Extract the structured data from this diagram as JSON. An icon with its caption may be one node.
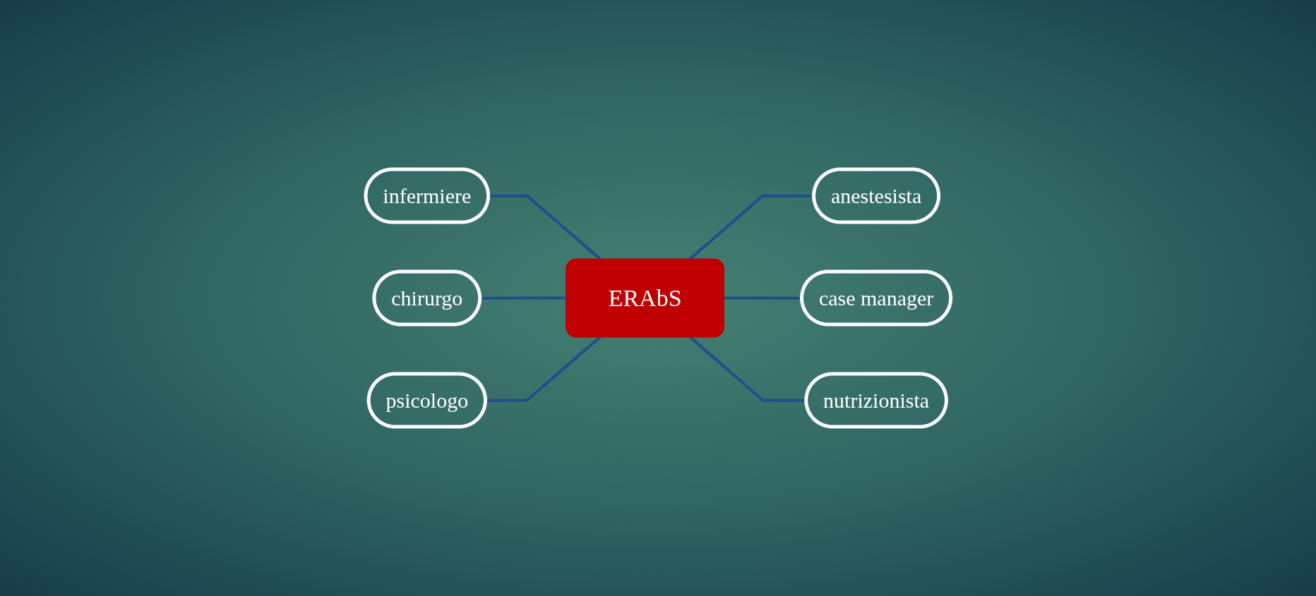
{
  "diagram": {
    "nodes": [
      {
        "text": [
          "infermiere"
        ]
      },
      {
        "text": [
          "anestesista"
        ]
      },
      {
        "text": [
          "chirurgo"
        ]
      },
      {
        "text": [
          "ERAbS"
        ]
      },
      {
        "text": [
          "case manager"
        ]
      },
      {
        "text": [
          "psicologo"
        ]
      },
      {
        "text": [
          "nutrizionista"
        ]
      }
    ],
    "edges": [
      {
        "from": 0,
        "to": 3,
        "arrow": "none"
      },
      {
        "from": 3,
        "to": 1,
        "arrow": "none"
      },
      {
        "from": 2,
        "to": 3,
        "arrow": "none"
      },
      {
        "from": 3,
        "to": 4,
        "arrow": "none"
      },
      {
        "from": 5,
        "to": 3,
        "arrow": "none"
      },
      {
        "from": 3,
        "to": 6,
        "arrow": "none"
      }
    ]
  }
}
